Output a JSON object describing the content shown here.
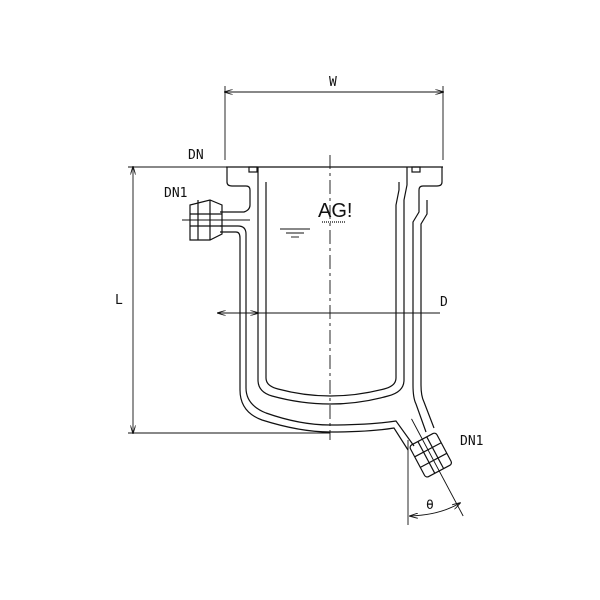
{
  "diagram": {
    "labels": {
      "width": "W",
      "flange": "DN",
      "side_nozzle": "DN1",
      "length": "L",
      "diameter": "D",
      "bottom_nozzle": "DN1",
      "angle": "θ"
    },
    "logo": "AG!",
    "line_color": "#111111"
  }
}
